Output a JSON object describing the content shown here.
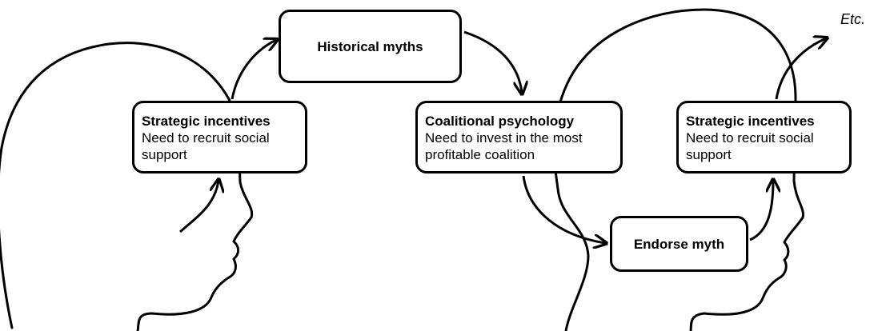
{
  "diagram": {
    "nodes": {
      "historical_myths": {
        "label": "Historical myths"
      },
      "strategic_left": {
        "title": "Strategic incentives",
        "body_line1": "Need to recruit social",
        "body_line2": "support"
      },
      "coalitional": {
        "title": "Coalitional psychology",
        "body_line1": "Need to invest in the most",
        "body_line2": "profitable coalition"
      },
      "strategic_right": {
        "title": "Strategic incentives",
        "body_line1": "Need to recruit social",
        "body_line2": "support"
      },
      "endorse_myth": {
        "label": "Endorse myth"
      }
    },
    "continuation_label": "Etc.",
    "colors": {
      "stroke": "#000000",
      "background": "#ffffff"
    }
  }
}
